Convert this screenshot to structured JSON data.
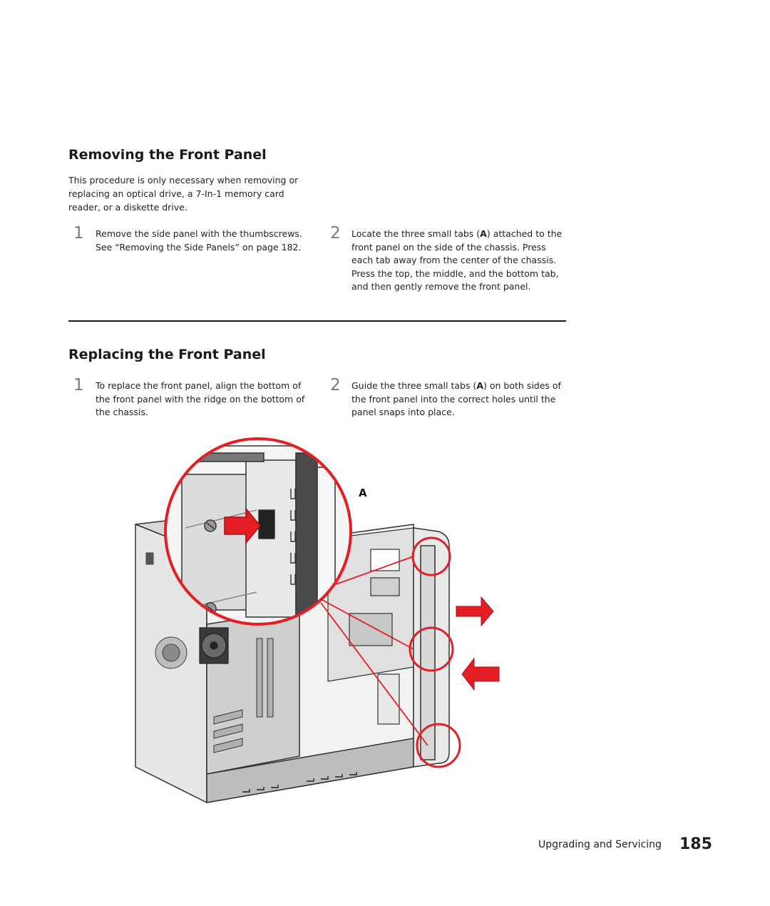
{
  "section_remove": {
    "title": "Removing the Front Panel",
    "intro": "This procedure is only necessary when removing or replacing an optical drive, a 7-In-1 memory card reader, or a diskette drive.",
    "steps": [
      {
        "num": "1",
        "text": "Remove the side panel with the thumbscrews. See “Removing the Side Panels” on page 182."
      },
      {
        "num": "2",
        "text_before": "Locate the three small tabs (",
        "bold": "A",
        "text_after": ") attached to the front panel on the side of the chassis. Press each tab away from the center of the chassis. Press the top, the middle, and the bottom tab, and then gently remove the front panel."
      }
    ]
  },
  "section_replace": {
    "title": "Replacing the Front Panel",
    "steps": [
      {
        "num": "1",
        "text": "To replace the front panel, align the bottom of the front panel with the ridge on the bottom of the chassis."
      },
      {
        "num": "2",
        "text_before": "Guide the three small tabs (",
        "bold": "A",
        "text_after": ") on both sides of the front panel into the correct holes until the panel snaps into place."
      }
    ]
  },
  "illustration": {
    "callout_label": "A",
    "accent_color": "#e31e24"
  },
  "footer": {
    "section_name": "Upgrading and Servicing",
    "page_number": "185"
  }
}
